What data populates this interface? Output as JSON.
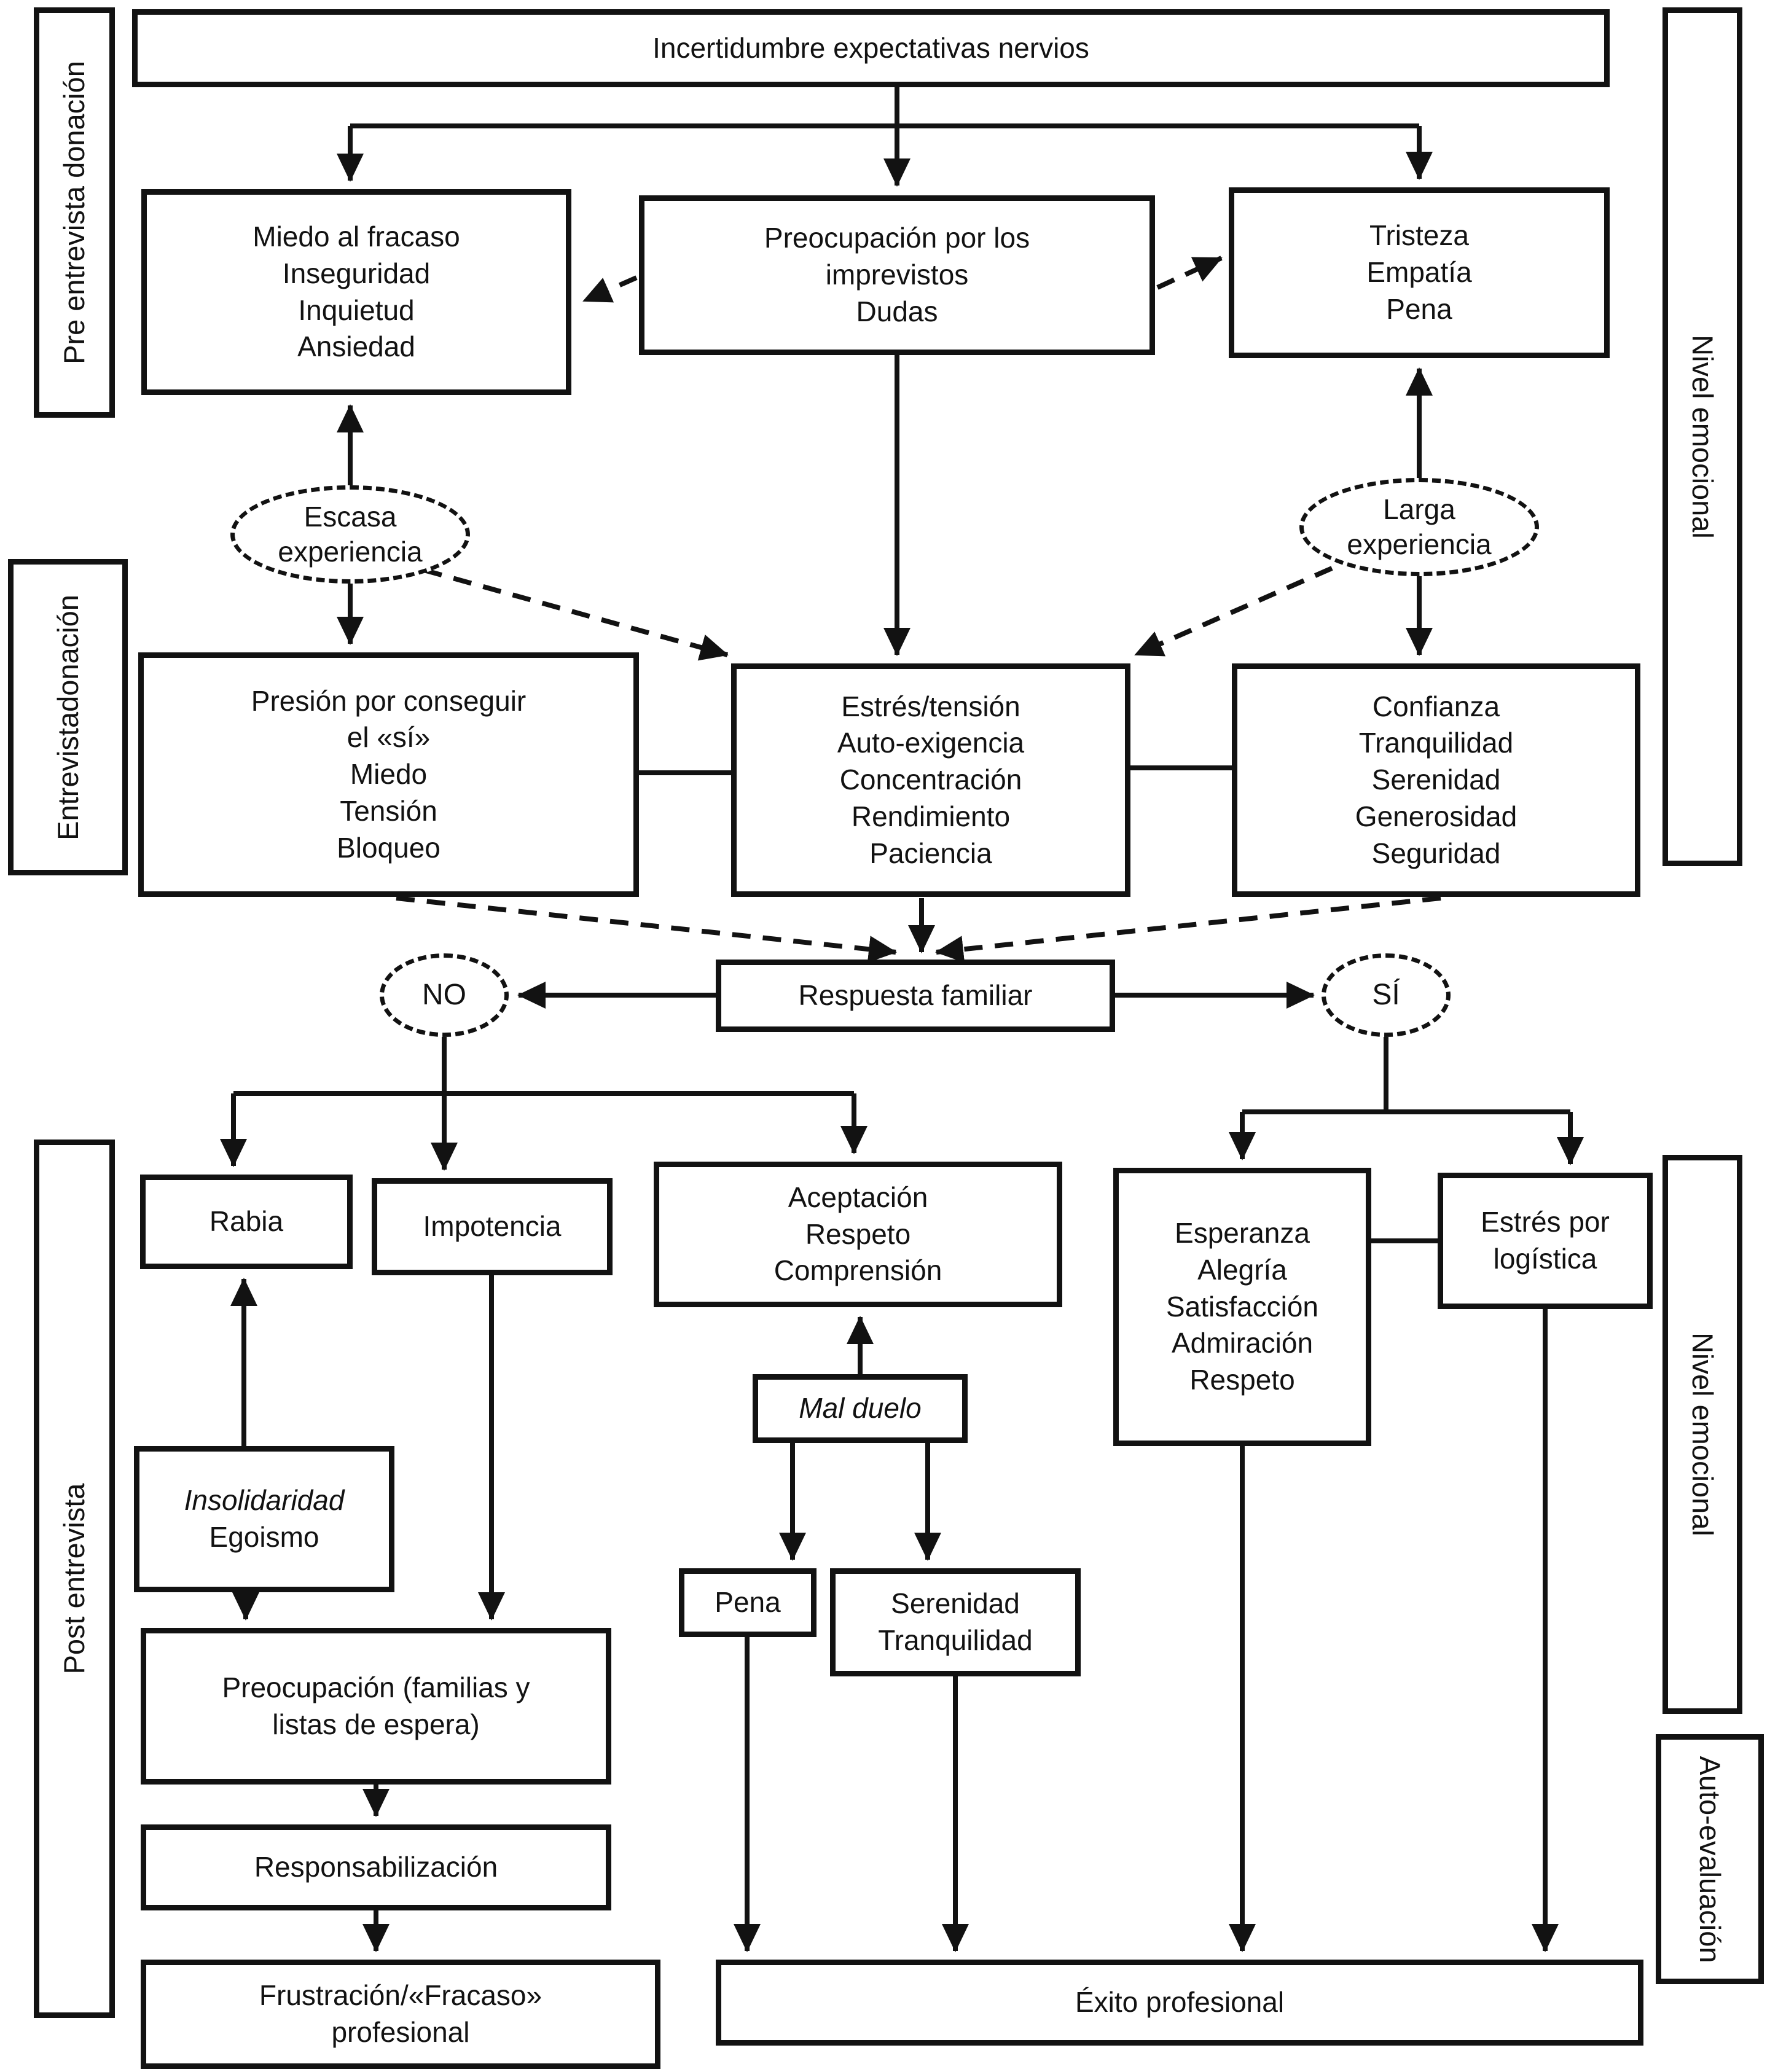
{
  "diagram": {
    "colors": {
      "line": "#121212",
      "background": "#ffffff",
      "text": "#121212"
    },
    "side_labels": {
      "pre_entrevista": "Pre entrevista donación",
      "entrevista": [
        "Entrevista",
        "donación"
      ],
      "post_entrevista": "Post entrevista",
      "nivel_emocional_top": "Nivel emocional",
      "nivel_emocional_bottom": "Nivel emocional",
      "auto_evaluacion": [
        "Auto-",
        "evaluación"
      ]
    },
    "nodes": {
      "incertidumbre": {
        "lines": [
          "Incertidumbre expectativas nervios"
        ]
      },
      "miedo_fracaso": {
        "lines": [
          "Miedo al fracaso",
          "Inseguridad",
          "Inquietud",
          "Ansiedad"
        ]
      },
      "preocupacion_imprevistos": {
        "lines": [
          "Preocupación por los",
          "imprevistos",
          "Dudas"
        ]
      },
      "tristeza": {
        "lines": [
          "Tristeza",
          "Empatía",
          "Pena"
        ]
      },
      "escasa_experiencia": {
        "lines": [
          "Escasa",
          "experiencia"
        ]
      },
      "larga_experiencia": {
        "lines": [
          "Larga",
          "experiencia"
        ]
      },
      "presion_si": {
        "lines": [
          "Presión por conseguir",
          "el «sí»",
          "Miedo",
          "Tensión",
          "Bloqueo"
        ]
      },
      "estres_tension": {
        "lines": [
          "Estrés/tensión",
          "Auto-exigencia",
          "Concentración",
          "Rendimiento",
          "Paciencia"
        ]
      },
      "confianza": {
        "lines": [
          "Confianza",
          "Tranquilidad",
          "Serenidad",
          "Generosidad",
          "Seguridad"
        ]
      },
      "respuesta_familiar": {
        "lines": [
          "Respuesta familiar"
        ]
      },
      "no": {
        "label": "NO"
      },
      "si": {
        "label": "SÍ"
      },
      "rabia": {
        "lines": [
          "Rabia"
        ]
      },
      "impotencia": {
        "lines": [
          "Impotencia"
        ]
      },
      "aceptacion": {
        "lines": [
          "Aceptación",
          "Respeto",
          "Comprensión"
        ]
      },
      "esperanza": {
        "lines": [
          "Esperanza",
          "Alegría",
          "Satisfacción",
          "Admiración",
          "Respeto"
        ]
      },
      "estres_logistica": {
        "lines": [
          "Estrés por",
          "logística"
        ]
      },
      "insolidaridad": {
        "lines": [
          "Insolidaridad",
          "Egoismo"
        ]
      },
      "mal_duelo": {
        "lines": [
          "Mal duelo"
        ]
      },
      "pena": {
        "lines": [
          "Pena"
        ]
      },
      "serenidad": {
        "lines": [
          "Serenidad",
          "Tranquilidad"
        ]
      },
      "preocupacion_familias": {
        "lines": [
          "Preocupación (familias y",
          "listas de espera)"
        ]
      },
      "responsabilizacion": {
        "lines": [
          "Responsabilización"
        ]
      },
      "frustracion": {
        "lines": [
          "Frustración/«Fracaso»",
          "profesional"
        ]
      },
      "exito_profesional": {
        "lines": [
          "Éxito profesional"
        ]
      }
    }
  }
}
